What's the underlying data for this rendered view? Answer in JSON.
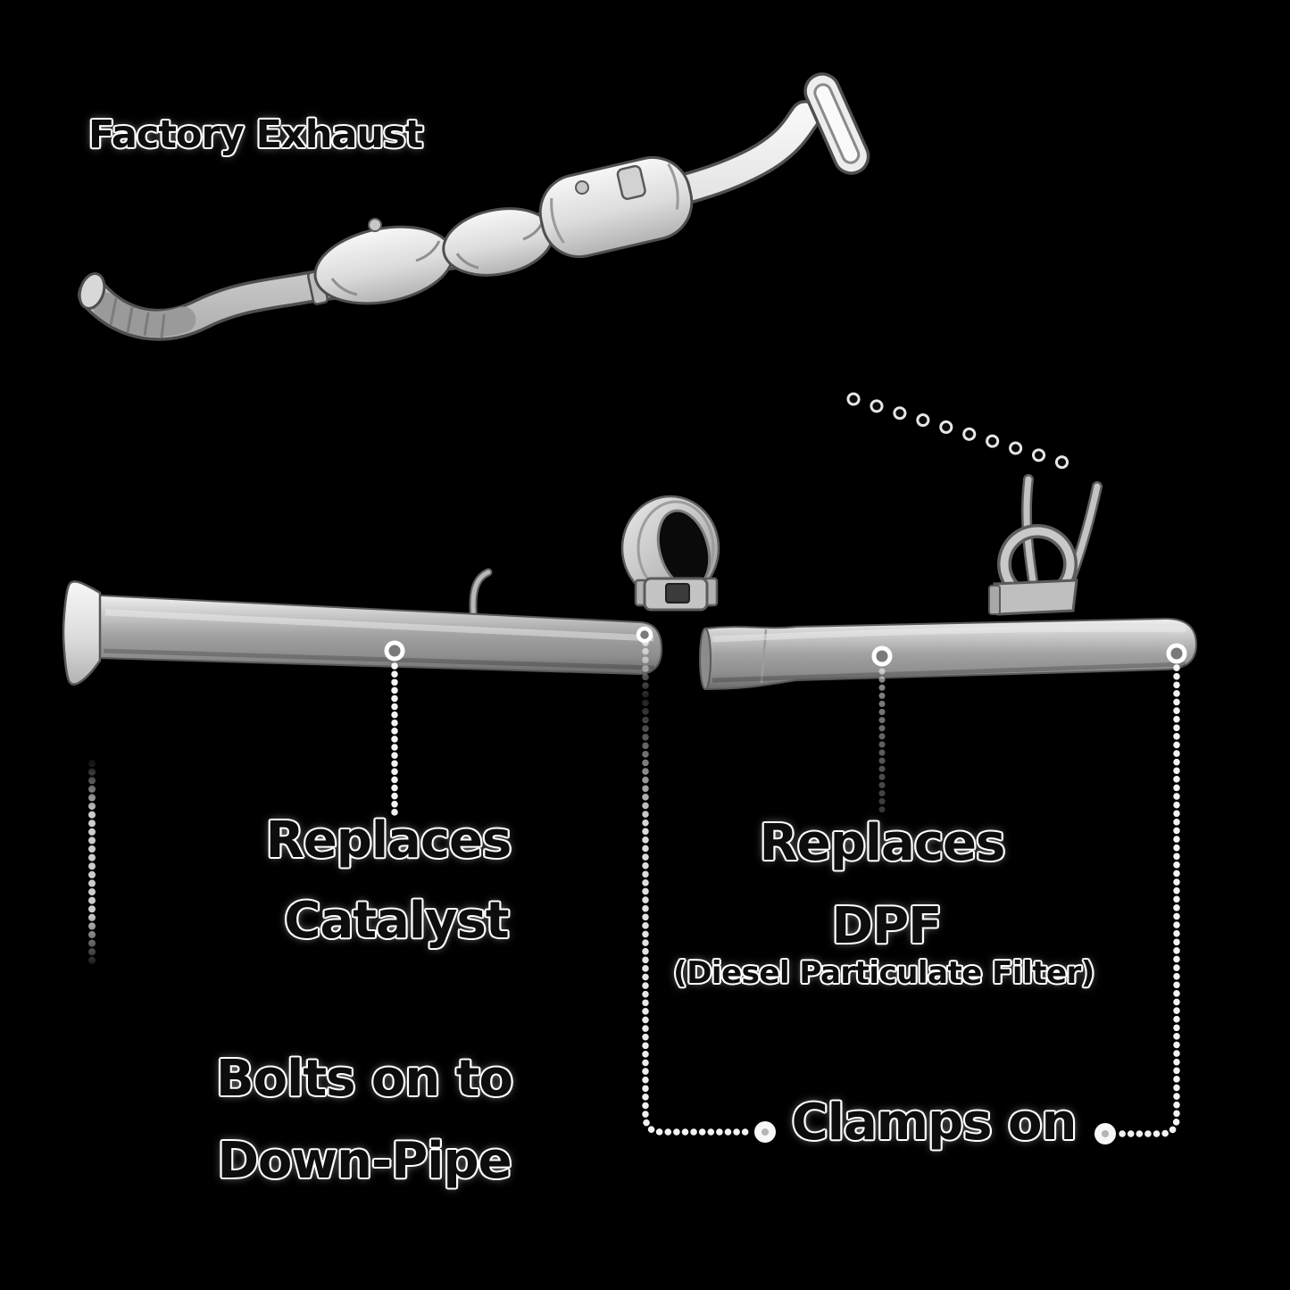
{
  "title": "Exhaust DPF delete pipe diagram",
  "labels": {
    "factory_exhaust": "Factory Exhaust",
    "replaces_catalyst_line1": "Replaces",
    "replaces_catalyst_line2": "Catalyst",
    "replaces_dpf_line1": "Replaces",
    "replaces_dpf_line2": "DPF",
    "replaces_dpf_line3": "(Diesel Particulate Filter)",
    "bolts_on_line1": "Bolts on to",
    "bolts_on_line2": "Down-Pipe",
    "clamps_on": "Clamps on"
  },
  "icons": {
    "factory_exhaust_illustration": "factory-exhaust-drawing",
    "left_pipe": "catalyst-delete-pipe",
    "right_pipe": "dpf-delete-pipe",
    "band_clamp": "exhaust-band-clamp",
    "hanger_bracket": "exhaust-hanger-bracket",
    "callout_dot": "white-dot",
    "callout_line": "white-beaded-line"
  },
  "colors": {
    "bg": "#000000",
    "text": "#0d0d0d",
    "halo": "#ffffff",
    "callout": "#f4f4f4",
    "metal_light": "#ededed",
    "metal_mid": "#a8a8a8",
    "metal_dark": "#6e6e6e",
    "outline": "#545454"
  }
}
